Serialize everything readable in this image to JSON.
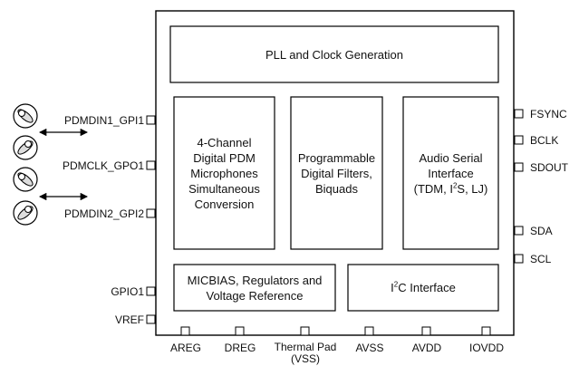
{
  "blocks": {
    "pll": "PLL and Clock Generation",
    "pdm": "4-Channel\nDigital PDM\nMicrophones\nSimultaneous\nConversion",
    "filters": "Programmable\nDigital Filters,\nBiquads",
    "asi_prefix": "Audio Serial\nInterface\n(TDM, I",
    "asi_sup": "2",
    "asi_suffix": "S, LJ)",
    "micbias": "MICBIAS, Regulators and\nVoltage Reference",
    "i2c_prefix": "I",
    "i2c_sup": "2",
    "i2c_suffix": "C Interface"
  },
  "pins_left": [
    "PDMDIN1_GPI1",
    "PDMCLK_GPO1",
    "PDMDIN2_GPI2",
    "GPIO1",
    "VREF"
  ],
  "pins_right": [
    "FSYNC",
    "BCLK",
    "SDOUT",
    "SDA",
    "SCL"
  ],
  "pins_bottom": [
    "AREG",
    "DREG",
    "Thermal Pad\n(VSS)",
    "AVSS",
    "AVDD",
    "IOVDD"
  ],
  "microphones": [
    "mic-1",
    "mic-2",
    "mic-3",
    "mic-4"
  ]
}
